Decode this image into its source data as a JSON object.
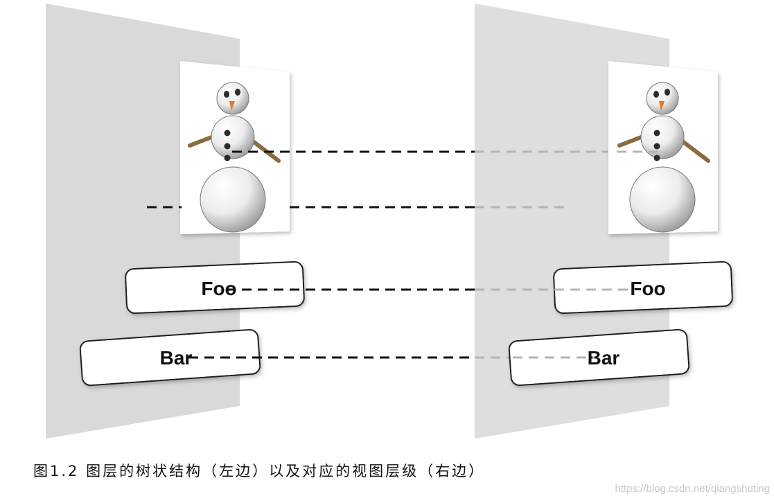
{
  "layer_labels": {
    "foo": "Foo",
    "bar": "Bar"
  },
  "caption": "图1.2 图层的树状结构（左边）以及对应的视图层级（右边）",
  "watermark": "https://blog.csdn.net/qiangshuting"
}
